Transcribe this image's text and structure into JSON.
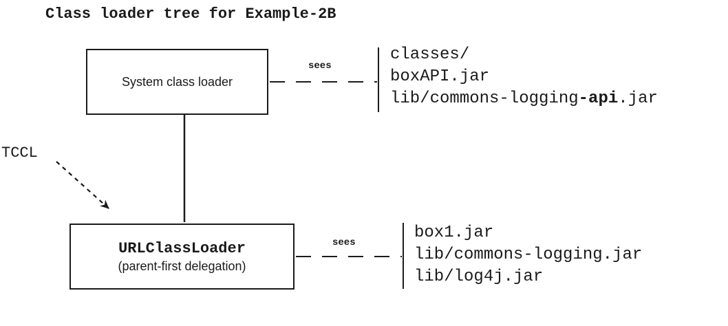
{
  "title": "Class loader tree for Example-2B",
  "system_loader": {
    "label": "System class loader"
  },
  "url_loader": {
    "label": "URLClassLoader",
    "sublabel": "(parent-first delegation)"
  },
  "sees_label": "sees",
  "system_sees": [
    {
      "parts": [
        {
          "text": "classes/"
        }
      ]
    },
    {
      "parts": [
        {
          "text": "boxAPI.jar"
        }
      ]
    },
    {
      "parts": [
        {
          "text": "lib/commons-logging"
        },
        {
          "text": "-api",
          "bold": true
        },
        {
          "text": ".jar"
        }
      ]
    }
  ],
  "url_sees": [
    {
      "parts": [
        {
          "text": "box1.jar"
        }
      ]
    },
    {
      "parts": [
        {
          "text": "lib/commons-logging.jar"
        }
      ]
    },
    {
      "parts": [
        {
          "text": "lib/log4j.jar"
        }
      ]
    }
  ],
  "tccl_label": "TCCL"
}
